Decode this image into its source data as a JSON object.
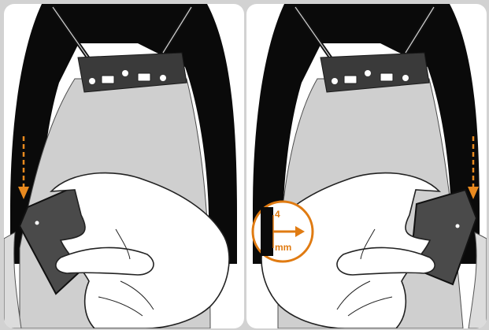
{
  "instructions": {
    "panels": [
      {
        "id": "left",
        "step": "insert-plate"
      },
      {
        "id": "right",
        "step": "insert-plate"
      }
    ]
  },
  "measurement": {
    "value": "4",
    "unit": "mm",
    "color": "#e07b12"
  },
  "colors": {
    "frame_bg": "#d2d2d2",
    "panel_bg": "#ffffff",
    "strap_black": "#0a0a0a",
    "bracket_dark": "#3a3a3a",
    "backplate_gray": "#cfcfcf",
    "pad_gray": "#4a4a4a",
    "arrow_orange": "#e98a1f"
  },
  "icons": {
    "insert_arrow": "dashed-down-arrow",
    "measure_callout": "circle-magnifier"
  }
}
